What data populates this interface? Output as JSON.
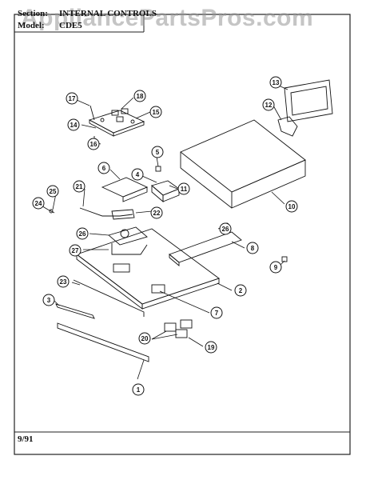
{
  "header": {
    "section_label": "Section:",
    "section_value": "INTERNAL CONTROLS",
    "model_label": "Model:",
    "model_value": "CDE5"
  },
  "watermark": "AppliancePartsPros.com",
  "footer_date": "9/91",
  "callouts": [
    "17",
    "18",
    "15",
    "14",
    "16",
    "13",
    "12",
    "5",
    "6",
    "4",
    "11",
    "10",
    "21",
    "22",
    "25",
    "24",
    "26",
    "26",
    "8",
    "27",
    "9",
    "2",
    "23",
    "7",
    "3",
    "20",
    "19",
    "1"
  ],
  "colors": {
    "ink": "#111111",
    "frame": "#222222",
    "watermark": "#969696"
  }
}
